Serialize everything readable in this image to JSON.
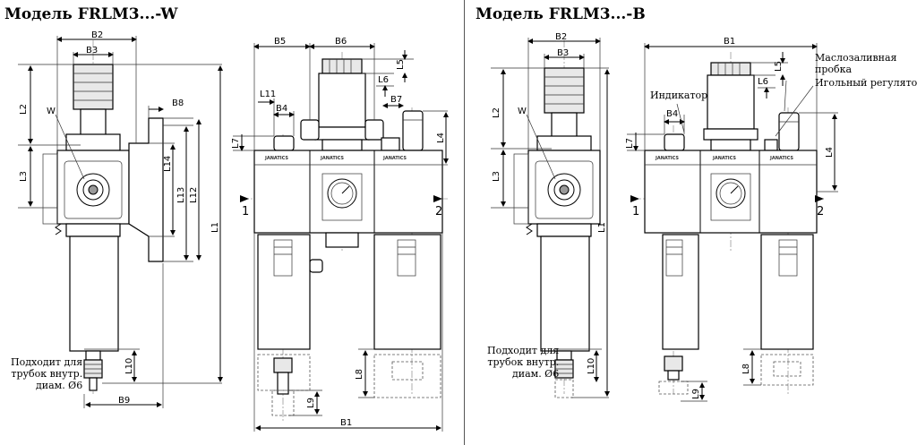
{
  "titles": {
    "left": "Модель FRLM3...-W",
    "right": "Модель FRLM3...-B"
  },
  "notes": {
    "tube_left": [
      "Подходит для",
      "трубок внутр.",
      "диам. Ø6"
    ],
    "tube_right": [
      "Подходит для",
      "трубок внутр.",
      "диам. Ø6"
    ],
    "oil_plug": [
      "Маслозаливная",
      "пробка"
    ],
    "needle_regulator": "Игольный регулятор",
    "indicator": "Индикатор"
  },
  "brand": "JANATICS",
  "ports": {
    "inlet": "1",
    "outlet": "2"
  },
  "dimensions_left_side": [
    "B2",
    "B3",
    "W",
    "B8",
    "L2",
    "L3",
    "L14",
    "L13",
    "L12",
    "L1",
    "L10",
    "B9"
  ],
  "dimensions_left_front": [
    "B5",
    "B6",
    "L5",
    "L6",
    "L11",
    "B4",
    "B7",
    "L7",
    "L4",
    "L8",
    "L9",
    "B1"
  ],
  "dimensions_right_side": [
    "B2",
    "B3",
    "W",
    "L2",
    "L3",
    "L1",
    "L10"
  ],
  "dimensions_right_front": [
    "B1",
    "L5",
    "L6",
    "B4",
    "L7",
    "L4",
    "L8",
    "L9"
  ]
}
